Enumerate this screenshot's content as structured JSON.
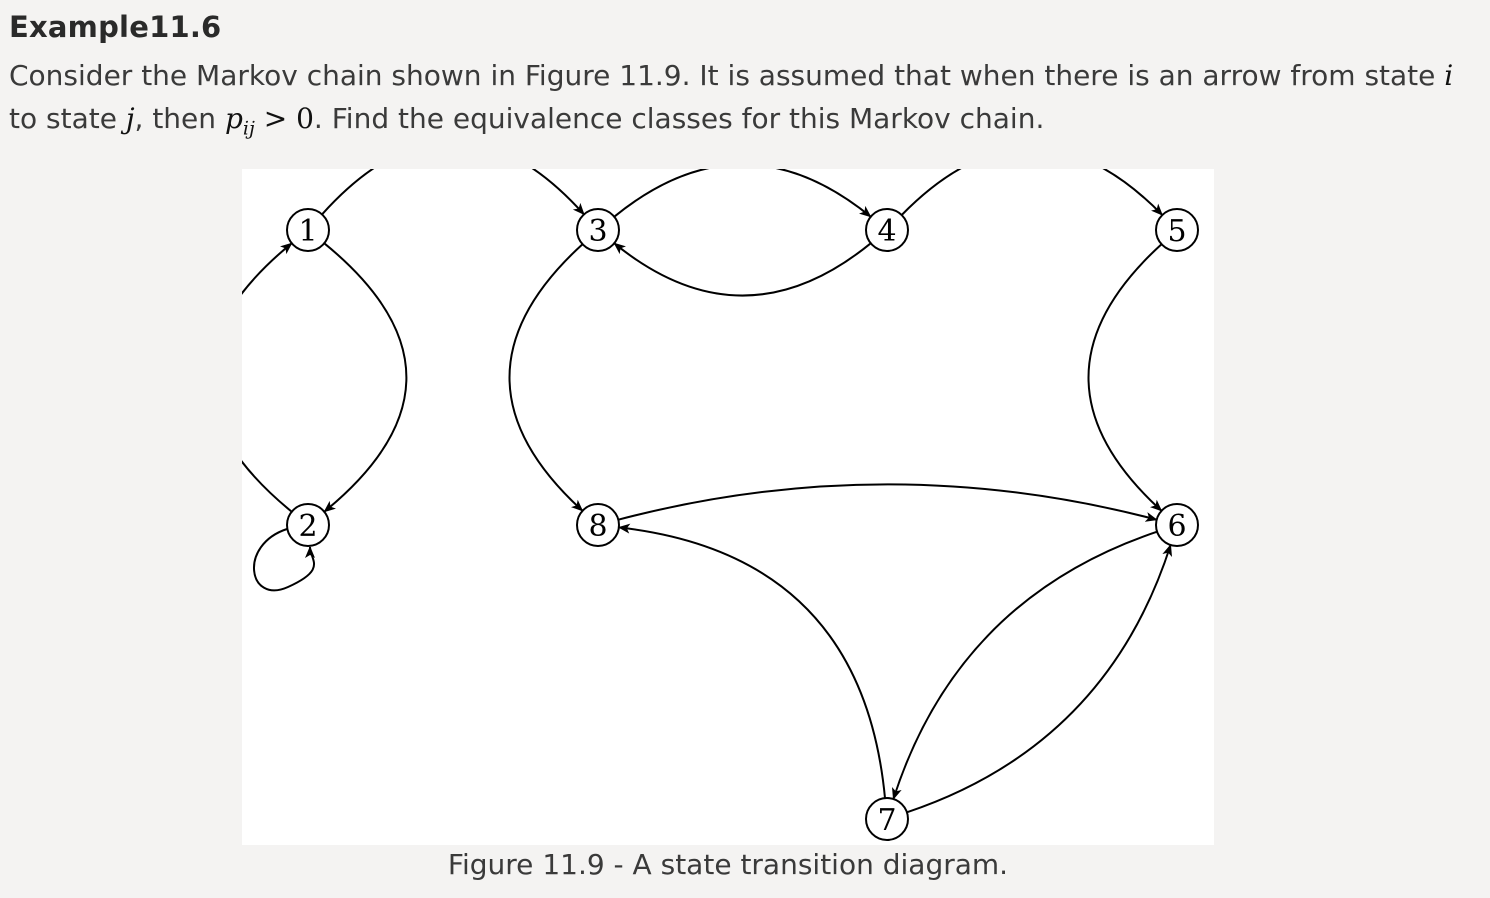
{
  "heading": "Example11.6",
  "problem": {
    "part1": "Consider the Markov chain shown in Figure 11.9. It is assumed that when there is an arrow from state ",
    "var_i": "i",
    "part2": " to state ",
    "var_j": "j",
    "part3": ", then ",
    "p_symbol": "p",
    "p_subscript": "ij",
    "inequality": " > 0",
    "part4": ". Find the equivalence classes for this Markov chain."
  },
  "diagram": {
    "states": [
      {
        "id": "1",
        "label": "1"
      },
      {
        "id": "2",
        "label": "2"
      },
      {
        "id": "3",
        "label": "3"
      },
      {
        "id": "4",
        "label": "4"
      },
      {
        "id": "5",
        "label": "5"
      },
      {
        "id": "6",
        "label": "6"
      },
      {
        "id": "7",
        "label": "7"
      },
      {
        "id": "8",
        "label": "8"
      }
    ],
    "transitions": [
      {
        "from": "1",
        "to": "3"
      },
      {
        "from": "1",
        "to": "2"
      },
      {
        "from": "2",
        "to": "1"
      },
      {
        "from": "2",
        "to": "2"
      },
      {
        "from": "3",
        "to": "4"
      },
      {
        "from": "4",
        "to": "3"
      },
      {
        "from": "4",
        "to": "5"
      },
      {
        "from": "3",
        "to": "8"
      },
      {
        "from": "5",
        "to": "6"
      },
      {
        "from": "8",
        "to": "6"
      },
      {
        "from": "6",
        "to": "7"
      },
      {
        "from": "7",
        "to": "6"
      },
      {
        "from": "7",
        "to": "8"
      }
    ]
  },
  "caption": "Figure 11.9 - A state transition diagram."
}
